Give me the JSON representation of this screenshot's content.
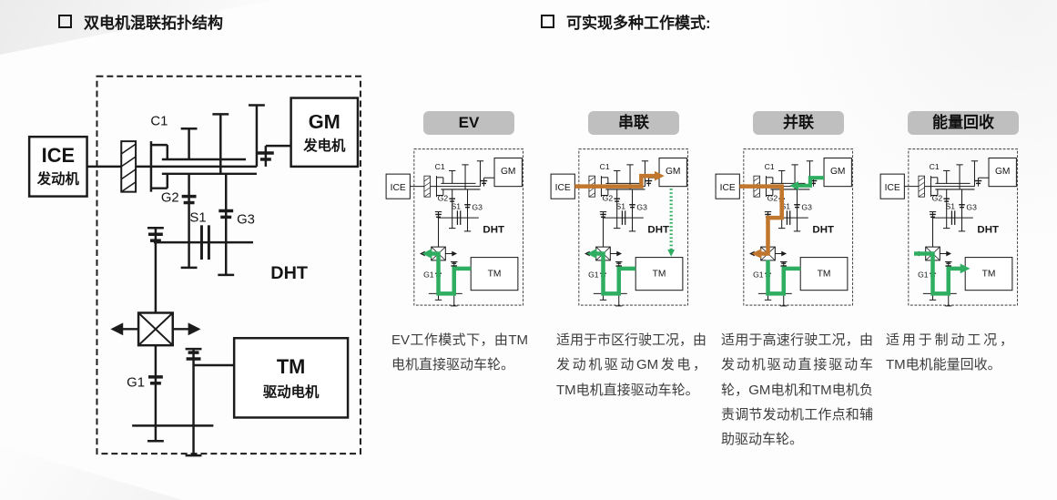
{
  "headers": {
    "left_title": "双电机混联拓扑结构",
    "right_title": "可实现多种工作模式:"
  },
  "diagram_labels": {
    "ice": "ICE",
    "ice_sub": "发动机",
    "gm": "GM",
    "gm_sub": "发电机",
    "tm": "TM",
    "tm_sub": "驱动电机",
    "dht": "DHT",
    "c1": "C1",
    "g1": "G1",
    "g2": "G2",
    "g3": "G3",
    "s1": "S1"
  },
  "colors": {
    "line": "#1b1b1b",
    "green": "#2fae62",
    "orange": "#c0762c",
    "button_bg": "#bfbfbf"
  },
  "modes": [
    {
      "id": "ev",
      "label": "EV",
      "description": "EV工作模式下，由TM电机直接驱动车轮。"
    },
    {
      "id": "series",
      "label": "串联",
      "description": "适用于市区行驶工况，由发动机驱动GM发电，TM电机直接驱动车轮。"
    },
    {
      "id": "parallel",
      "label": "并联",
      "description": "适用于高速行驶工况，由发动机驱动直接驱动车轮，GM电机和TM电机负责调节发动机工作点和辅助驱动车轮。"
    },
    {
      "id": "regen",
      "label": "能量回收",
      "description": "适用于制动工况，TM电机能量回收。"
    }
  ]
}
